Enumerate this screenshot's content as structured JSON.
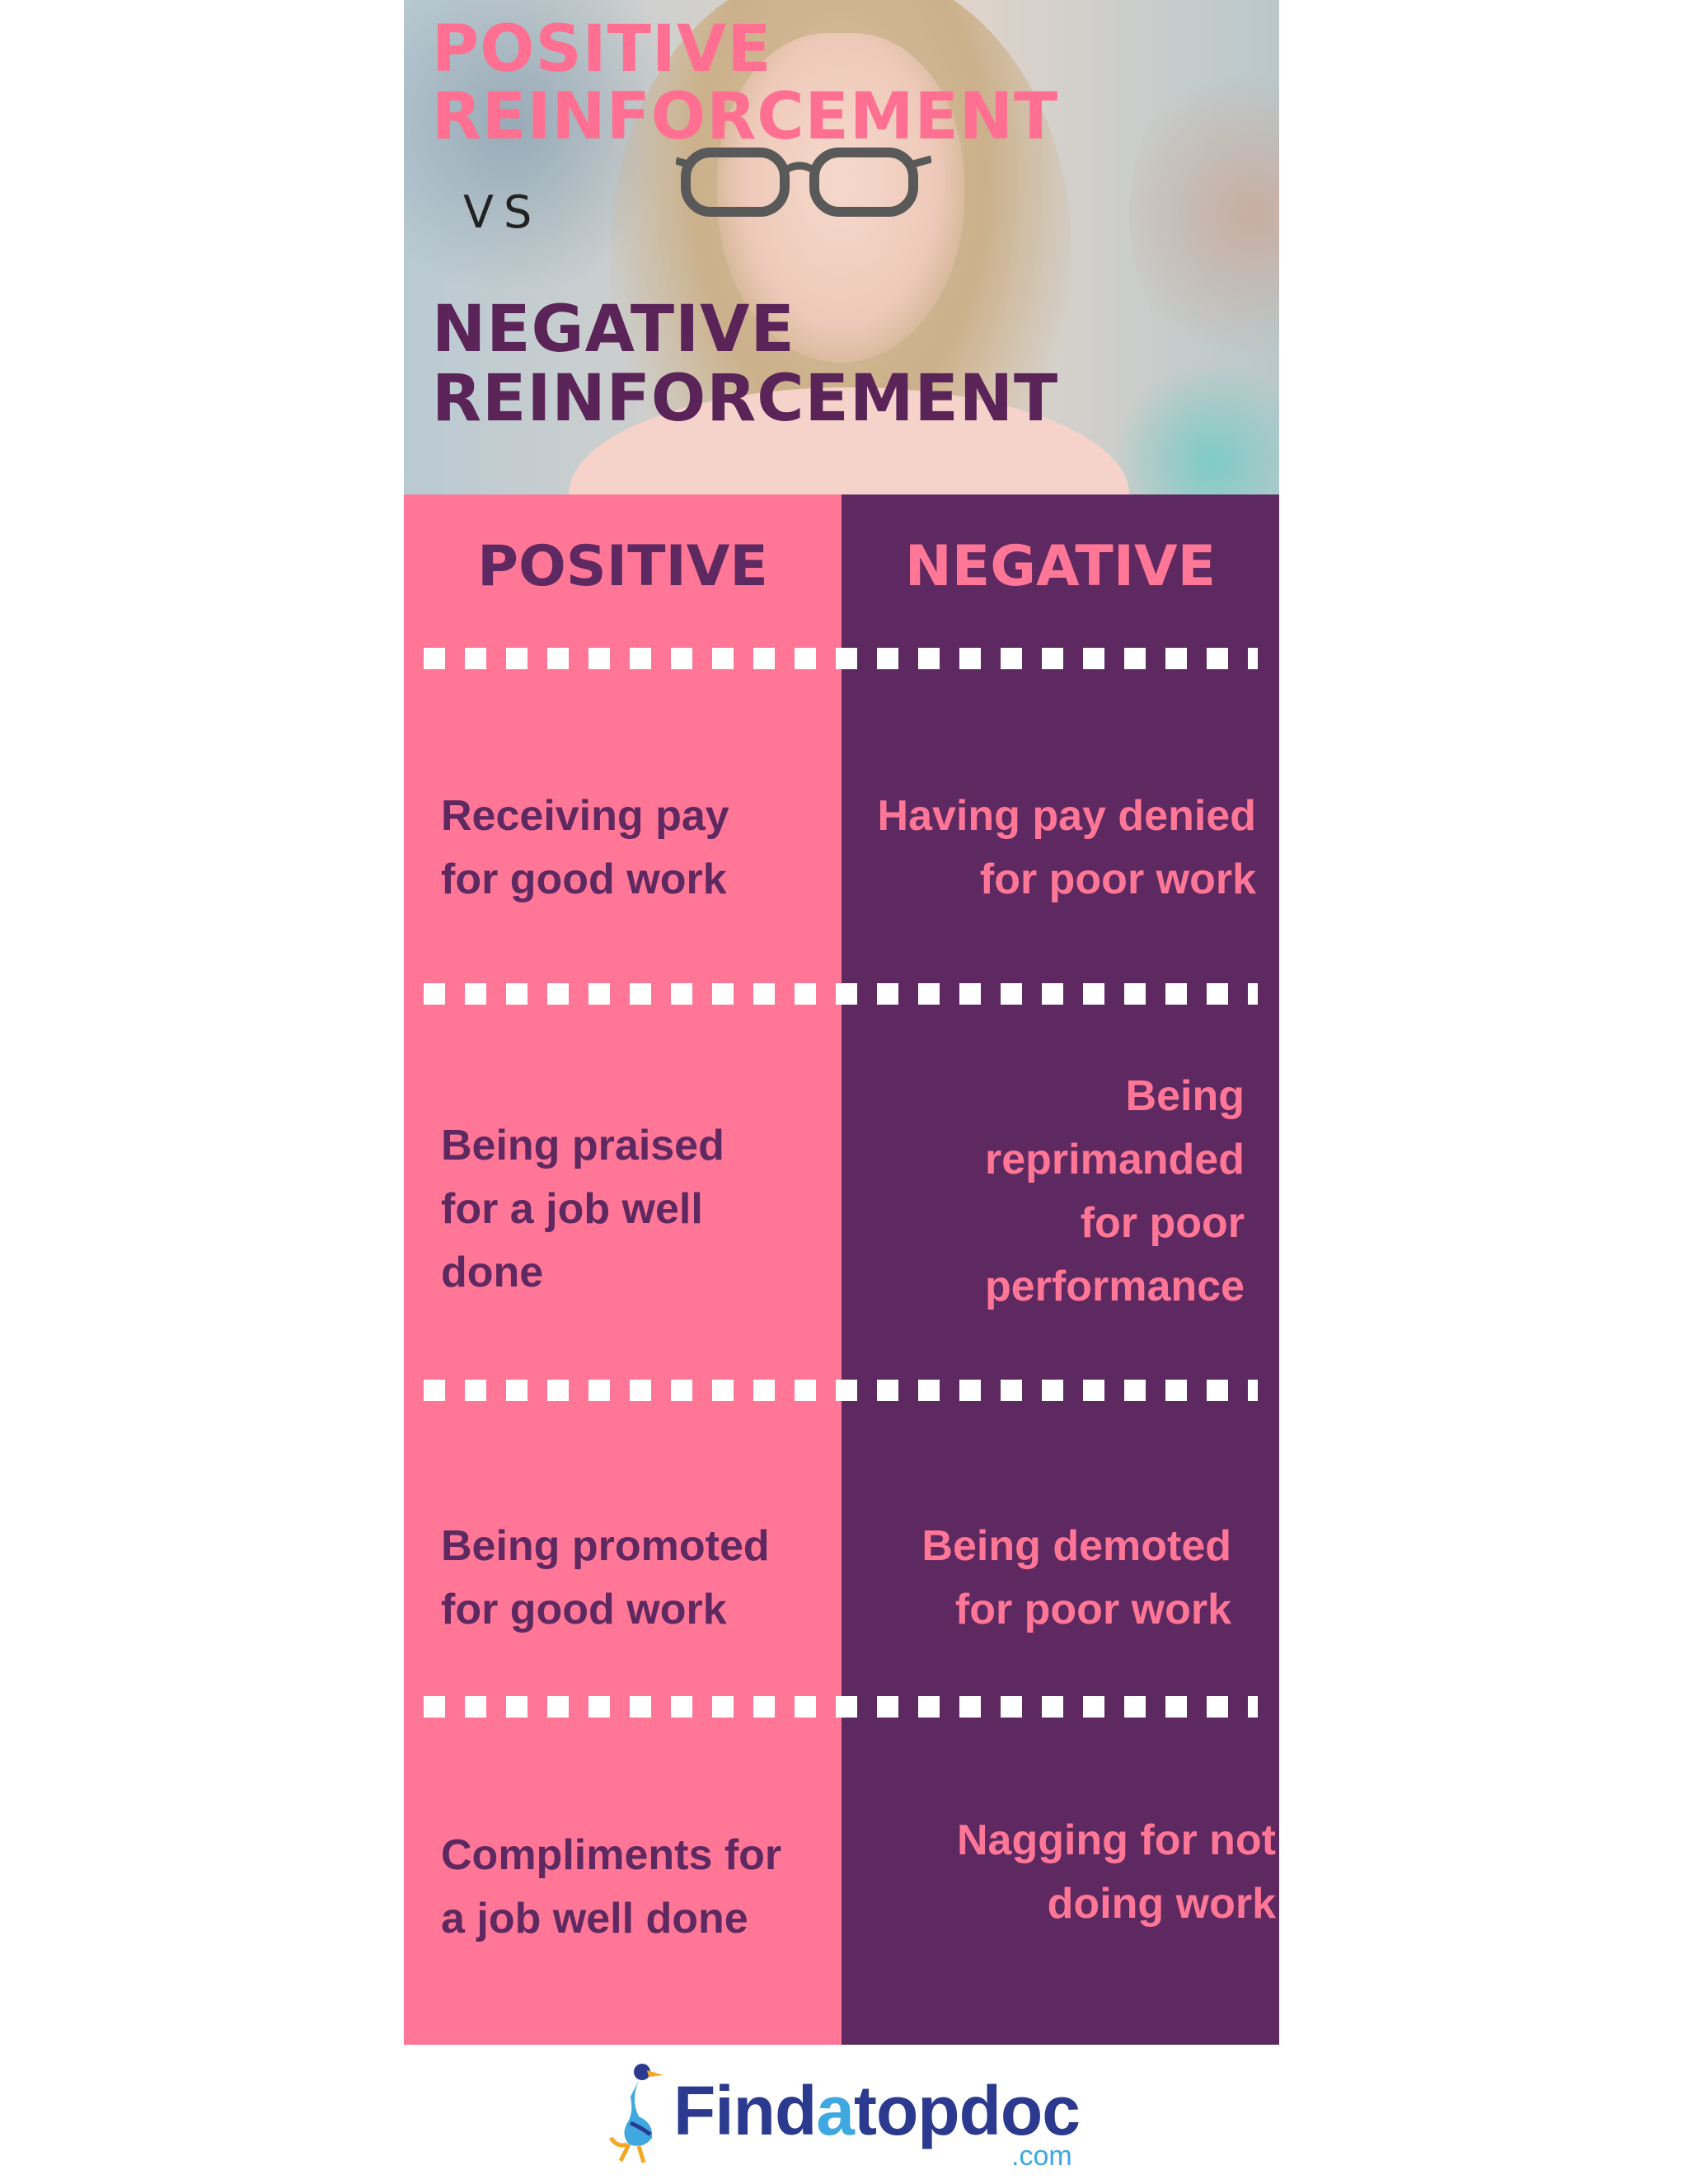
{
  "title": {
    "positive_line1": "POSITIVE",
    "positive_line2": "REINFORCEMENT",
    "vs": "VS",
    "negative_line1": "NEGATIVE",
    "negative_line2": "REINFORCEMENT"
  },
  "columns": {
    "positive_heading": "POSITIVE",
    "negative_heading": "NEGATIVE"
  },
  "rows": [
    {
      "positive": [
        "Receiving pay",
        "for good work"
      ],
      "negative": [
        "Having pay denied",
        "for poor work"
      ]
    },
    {
      "positive": [
        "Being praised",
        "for a job well",
        "done"
      ],
      "negative": [
        "Being",
        "reprimanded",
        "for poor",
        "performance"
      ]
    },
    {
      "positive": [
        "Being promoted",
        "for good work"
      ],
      "negative": [
        "Being demoted",
        "for poor work"
      ]
    },
    {
      "positive": [
        "Compliments for",
        "a job well done"
      ],
      "negative": [
        "Nagging for not",
        "doing work"
      ]
    }
  ],
  "logo": {
    "part1": "Find",
    "part2": "a",
    "part3": "topdoc",
    "suffix": ".com"
  },
  "colors": {
    "pink": "#ff7696",
    "purple": "#5e2960",
    "logo_navy": "#2b3a8f",
    "logo_blue": "#3fa8e0"
  },
  "icons": [
    "glasses-icon",
    "stork-logo-icon"
  ]
}
